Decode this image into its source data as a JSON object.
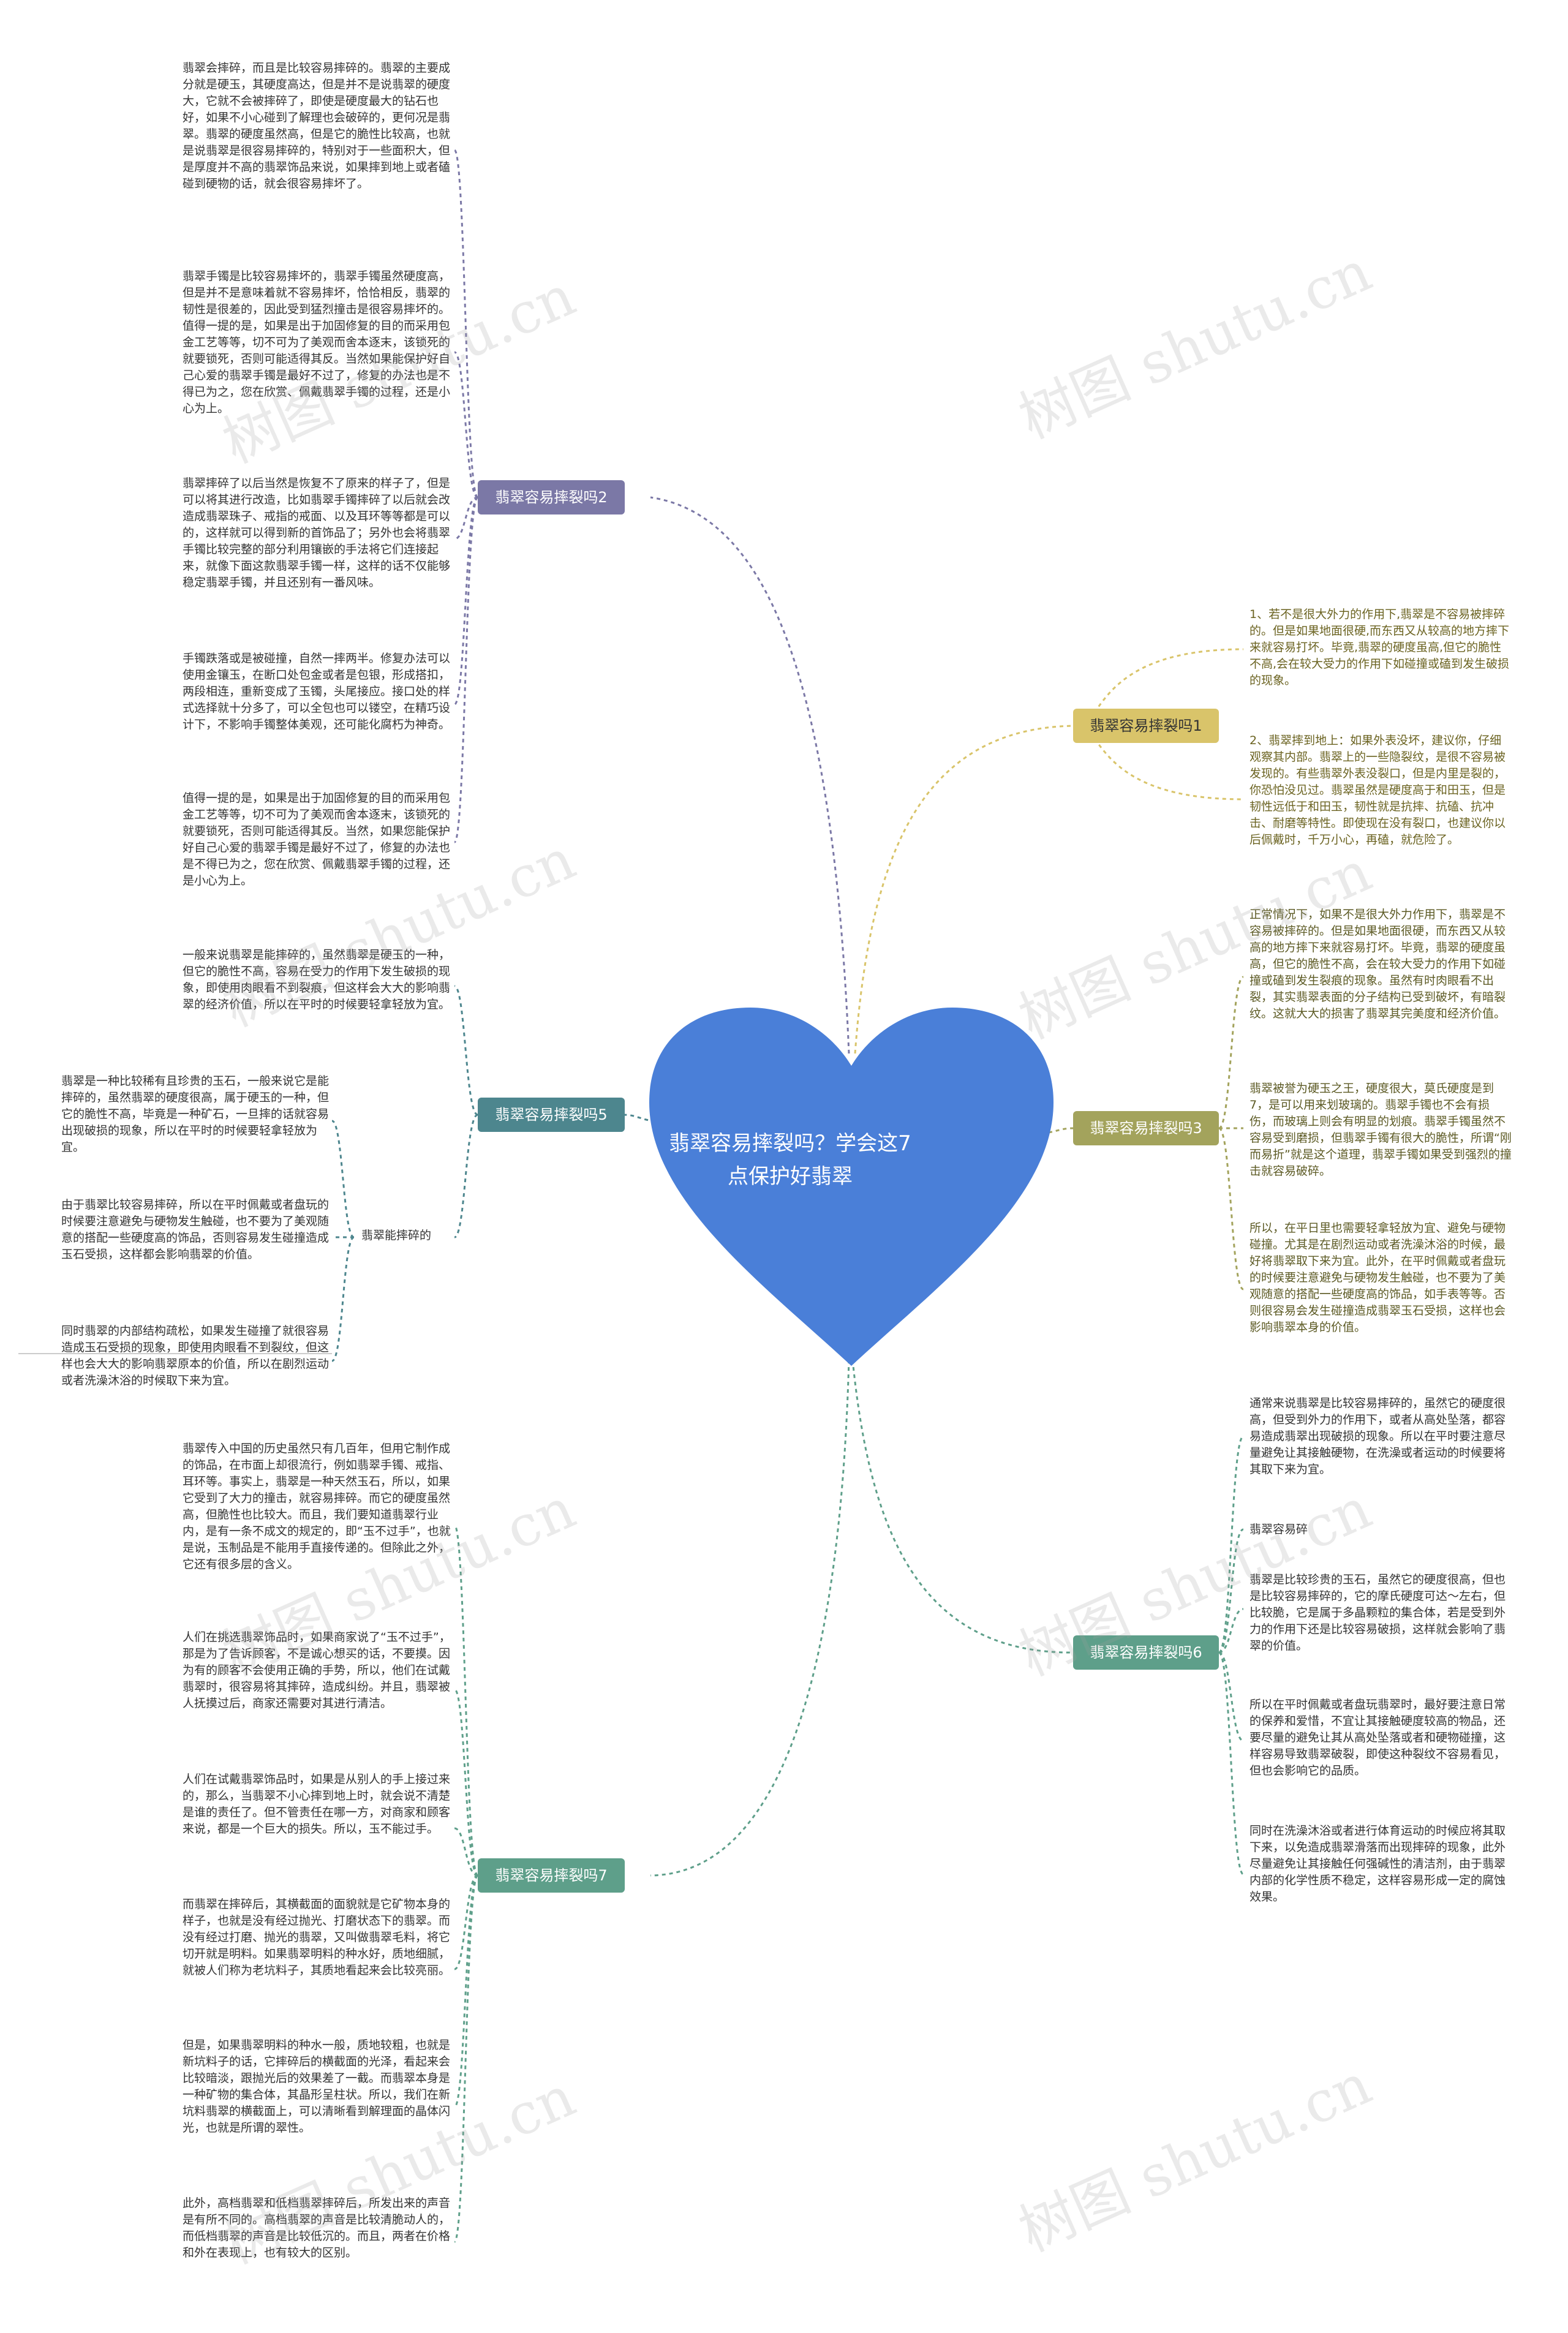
{
  "center": {
    "title": "翡翠容易摔裂吗？学会这7点保护好翡翠"
  },
  "colors": {
    "heart": "#4a7fd8",
    "b1": "#d9c46a",
    "b2": "#7b78a6",
    "b3": "#a3a35c",
    "b5": "#4d868e",
    "b6": "#5e9f8a",
    "b7": "#5e9f8a"
  },
  "branches": {
    "b1": {
      "label": "翡翠容易摔裂吗1",
      "texts": [
        "1、若不是很大外力的作用下,翡翠是不容易被摔碎的。但是如果地面很硬,而东西又从较高的地方摔下来就容易打坏。毕竟,翡翠的硬度虽高,但它的脆性不高,会在较大受力的作用下如碰撞或磕到发生破损的现象。",
        "2、翡翠摔到地上：如果外表没坏，建议你，仔细观察其内部。翡翠上的一些隐裂纹，是很不容易被发现的。有些翡翠外表没裂口，但是内里是裂的，你恐怕没见过。翡翠虽然是硬度高于和田玉，但是韧性远低于和田玉，韧性就是抗摔、抗磕、抗冲击、耐磨等特性。即使现在没有裂口，也建议你以后佩戴时，千万小心，再磕，就危险了。"
      ]
    },
    "b2": {
      "label": "翡翠容易摔裂吗2",
      "texts": [
        "翡翠会摔碎，而且是比较容易摔碎的。翡翠的主要成分就是硬玉，其硬度高达，但是并不是说翡翠的硬度大，它就不会被摔碎了，即使是硬度最大的钻石也好，如果不小心碰到了解理也会破碎的，更何况是翡翠。翡翠的硬度虽然高，但是它的脆性比较高，也就是说翡翠是很容易摔碎的，特别对于一些面积大，但是厚度并不高的翡翠饰品来说，如果摔到地上或者磕碰到硬物的话，就会很容易摔坏了。",
        "翡翠手镯是比较容易摔坏的，翡翠手镯虽然硬度高，但是并不是意味着就不容易摔坏，恰恰相反，翡翠的韧性是很差的，因此受到猛烈撞击是很容易摔坏的。值得一提的是，如果是出于加固修复的目的而采用包金工艺等等，切不可为了美观而舍本逐末，该锁死的就要锁死，否则可能适得其反。当然如果能保护好自己心爱的翡翠手镯是最好不过了，修复的办法也是不得已为之，您在欣赏、佩戴翡翠手镯的过程，还是小心为上。",
        "翡翠摔碎了以后当然是恢复不了原来的样子了，但是可以将其进行改造，比如翡翠手镯摔碎了以后就会改造成翡翠珠子、戒指的戒面、以及耳环等等都是可以的，这样就可以得到新的首饰品了；另外也会将翡翠手镯比较完整的部分利用镶嵌的手法将它们连接起来，就像下面这款翡翠手镯一样，这样的话不仅能够稳定翡翠手镯，并且还别有一番风味。",
        "手镯跌落或是被碰撞，自然一摔两半。修复办法可以使用金镶玉，在断口处包金或者是包银，形成搭扣，两段相连，重新变成了玉镯，头尾接应。接口处的样式选择就十分多了，可以全包也可以镂空，在精巧设计下，不影响手镯整体美观，还可能化腐朽为神奇。",
        "值得一提的是，如果是出于加固修复的目的而采用包金工艺等等，切不可为了美观而舍本逐末，该锁死的就要锁死，否则可能适得其反。当然，如果您能保护好自己心爱的翡翠手镯是最好不过了，修复的办法也是不得已为之，您在欣赏、佩戴翡翠手镯的过程，还是小心为上。"
      ]
    },
    "b3": {
      "label": "翡翠容易摔裂吗3",
      "texts": [
        "正常情况下，如果不是很大外力作用下，翡翠是不容易被摔碎的。但是如果地面很硬，而东西又从较高的地方摔下来就容易打坏。毕竟，翡翠的硬度虽高，但它的脆性不高，会在较大受力的作用下如碰撞或磕到发生裂痕的现象。虽然有时肉眼看不出裂，其实翡翠表面的分子结构已受到破坏，有暗裂纹。这就大大的损害了翡翠其完美度和经济价值。",
        "翡翠被誉为硬玉之王，硬度很大，莫氏硬度是到7，是可以用来划玻璃的。翡翠手镯也不会有损伤，而玻璃上则会有明显的划痕。翡翠手镯虽然不容易受到磨损，但翡翠手镯有很大的脆性，所谓“刚而易折”就是这个道理，翡翠手镯如果受到强烈的撞击就容易破碎。",
        "所以，在平日里也需要轻拿轻放为宜、避免与硬物碰撞。尤其是在剧烈运动或者洗澡沐浴的时候，最好将翡翠取下来为宜。此外，在平时佩戴或者盘玩的时候要注意避免与硬物发生触碰，也不要为了美观随意的搭配一些硬度高的饰品，如手表等等。否则很容易会发生碰撞造成翡翠玉石受损，这样也会影响翡翠本身的价值。"
      ]
    },
    "b5": {
      "label": "翡翠容易摔裂吗5",
      "texts": [
        "一般来说翡翠是能摔碎的，虽然翡翠是硬玉的一种，但它的脆性不高，容易在受力的作用下发生破损的现象，即使用肉眼看不到裂痕，但这样会大大的影响翡翠的经济价值，所以在平时的时候要轻拿轻放为宜。"
      ],
      "sub_label": "翡翠能摔碎的",
      "sub_texts": [
        "翡翠是一种比较稀有且珍贵的玉石，一般来说它是能摔碎的，虽然翡翠的硬度很高，属于硬玉的一种，但它的脆性不高，毕竟是一种矿石，一旦摔的话就容易出现破损的现象，所以在平时的时候要轻拿轻放为宜。",
        "由于翡翠比较容易摔碎，所以在平时佩戴或者盘玩的时候要注意避免与硬物发生触碰，也不要为了美观随意的搭配一些硬度高的饰品，否则容易发生碰撞造成玉石受损，这样都会影响翡翠的价值。",
        "同时翡翠的内部结构疏松，如果发生碰撞了就很容易造成玉石受损的现象，即使用肉眼看不到裂纹，但这样也会大大的影响翡翠原本的价值，所以在剧烈运动或者洗澡沐浴的时候取下来为宜。"
      ]
    },
    "b6": {
      "label": "翡翠容易摔裂吗6",
      "texts": [
        "通常来说翡翠是比较容易摔碎的，虽然它的硬度很高，但受到外力的作用下，或者从高处坠落，都容易造成翡翠出现破损的现象。所以在平时要注意尽量避免让其接触硬物，在洗澡或者运动的时候要将其取下来为宜。",
        "翡翠容易碎",
        "翡翠是比较珍贵的玉石，虽然它的硬度很高，但也是比较容易摔碎的，它的摩氏硬度可达～左右，但比较脆，它是属于多晶颗粒的集合体，若是受到外力的作用下还是比较容易破损，这样就会影响了翡翠的价值。",
        "所以在平时佩戴或者盘玩翡翠时，最好要注意日常的保养和爱惜，不宜让其接触硬度较高的物品，还要尽量的避免让其从高处坠落或者和硬物碰撞，这样容易导致翡翠破裂，即使这种裂纹不容易看见，但也会影响它的品质。",
        "同时在洗澡沐浴或者进行体育运动的时候应将其取下来，以免造成翡翠滑落而出现摔碎的现象，此外尽量避免让其接触任何强碱性的清洁剂，由于翡翠内部的化学性质不稳定，这样容易形成一定的腐蚀效果。"
      ]
    },
    "b7": {
      "label": "翡翠容易摔裂吗7",
      "texts": [
        "翡翠传入中国的历史虽然只有几百年，但用它制作成的饰品，在市面上却很流行，例如翡翠手镯、戒指、耳环等。事实上，翡翠是一种天然玉石，所以，如果它受到了大力的撞击，就容易摔碎。而它的硬度虽然高，但脆性也比较大。而且，我们要知道翡翠行业内，是有一条不成文的规定的，即“玉不过手”，也就是说，玉制品是不能用手直接传递的。但除此之外，它还有很多层的含义。",
        "人们在挑选翡翠饰品时，如果商家说了“玉不过手”，那是为了告诉顾客，不是诚心想买的话，不要摸。因为有的顾客不会使用正确的手势，所以，他们在试戴翡翠时，很容易将其摔碎，造成纠纷。并且，翡翠被人抚摸过后，商家还需要对其进行清洁。",
        "人们在试戴翡翠饰品时，如果是从别人的手上接过来的，那么，当翡翠不小心摔到地上时，就会说不清楚是谁的责任了。但不管责任在哪一方，对商家和顾客来说，都是一个巨大的损失。所以，玉不能过手。",
        "而翡翠在摔碎后，其横截面的面貌就是它矿物本身的样子，也就是没有经过抛光、打磨状态下的翡翠。而没有经过打磨、抛光的翡翠，又叫做翡翠毛料，将它切开就是明料。如果翡翠明料的种水好，质地细腻，就被人们称为老坑料子，其质地看起来会比较亮丽。",
        "但是，如果翡翠明料的种水一般，质地较粗，也就是新坑料子的话，它摔碎后的横截面的光泽，看起来会比较暗淡，跟抛光后的效果差了一截。而翡翠本身是一种矿物的集合体，其晶形呈柱状。所以，我们在新坑料翡翠的横截面上，可以清晰看到解理面的晶体闪光，也就是所谓的翠性。",
        "此外，高档翡翠和低档翡翠摔碎后，所发出来的声音是有所不同的。高档翡翠的声音是比较清脆动人的，而低档翡翠的声音是比较低沉的。而且，两者在价格和外在表现上，也有较大的区别。"
      ]
    }
  },
  "watermark": {
    "text": "树图 shutu.cn"
  }
}
